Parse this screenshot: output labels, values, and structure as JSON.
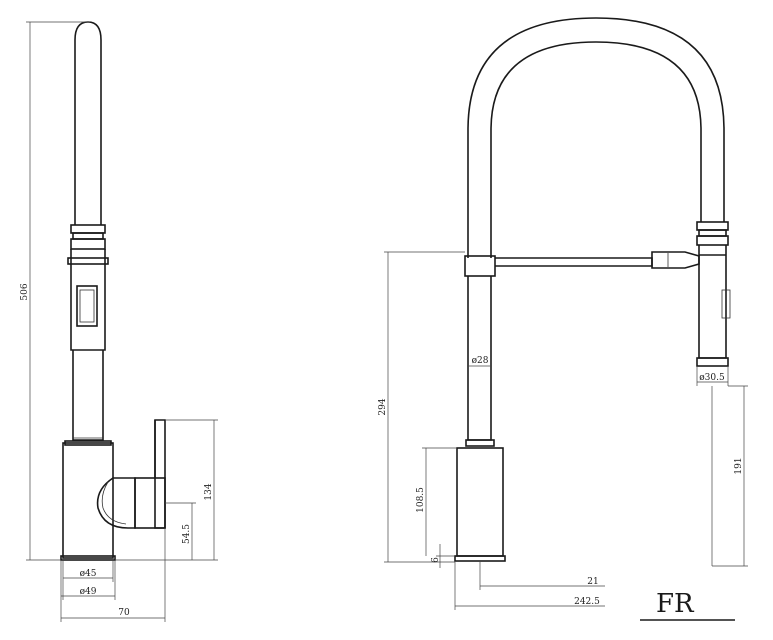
{
  "side_view": {
    "dimensions": {
      "overall_height": "506",
      "lever_height": "134",
      "lever_center": "54.5",
      "base_diameter": "ø45",
      "base_flange_diameter": "ø49",
      "projection": "70"
    }
  },
  "front_view": {
    "dimensions": {
      "spout_height": "294",
      "body_diameter": "ø28",
      "head_diameter": "ø30.5",
      "head_clearance": "191",
      "base_height": "108.5",
      "base_thickness": "6",
      "hole_offset": "21",
      "reach": "242.5"
    }
  },
  "logo": {
    "text": "FR"
  }
}
